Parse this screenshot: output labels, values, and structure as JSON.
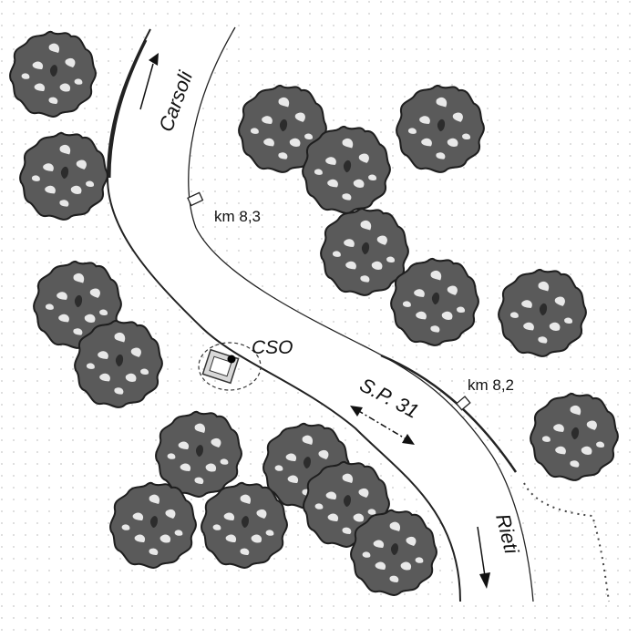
{
  "map": {
    "labels": {
      "road_name": "S.P. 31",
      "station": "CSO",
      "north_destination": "Carsoli",
      "south_destination": "Rieti",
      "km_upper": "km 8,3",
      "km_lower": "km 8,2"
    },
    "colors": {
      "tree_fill": "#5a5a5a",
      "tree_stroke": "#1e1e1e",
      "road_edge": "#222222",
      "background_dot": "#c8c8c8",
      "station_building": "#d8d8d8"
    },
    "icons": {
      "tree": "tree-icon",
      "station": "monitoring-station-icon",
      "arrow": "direction-arrow-icon"
    }
  }
}
